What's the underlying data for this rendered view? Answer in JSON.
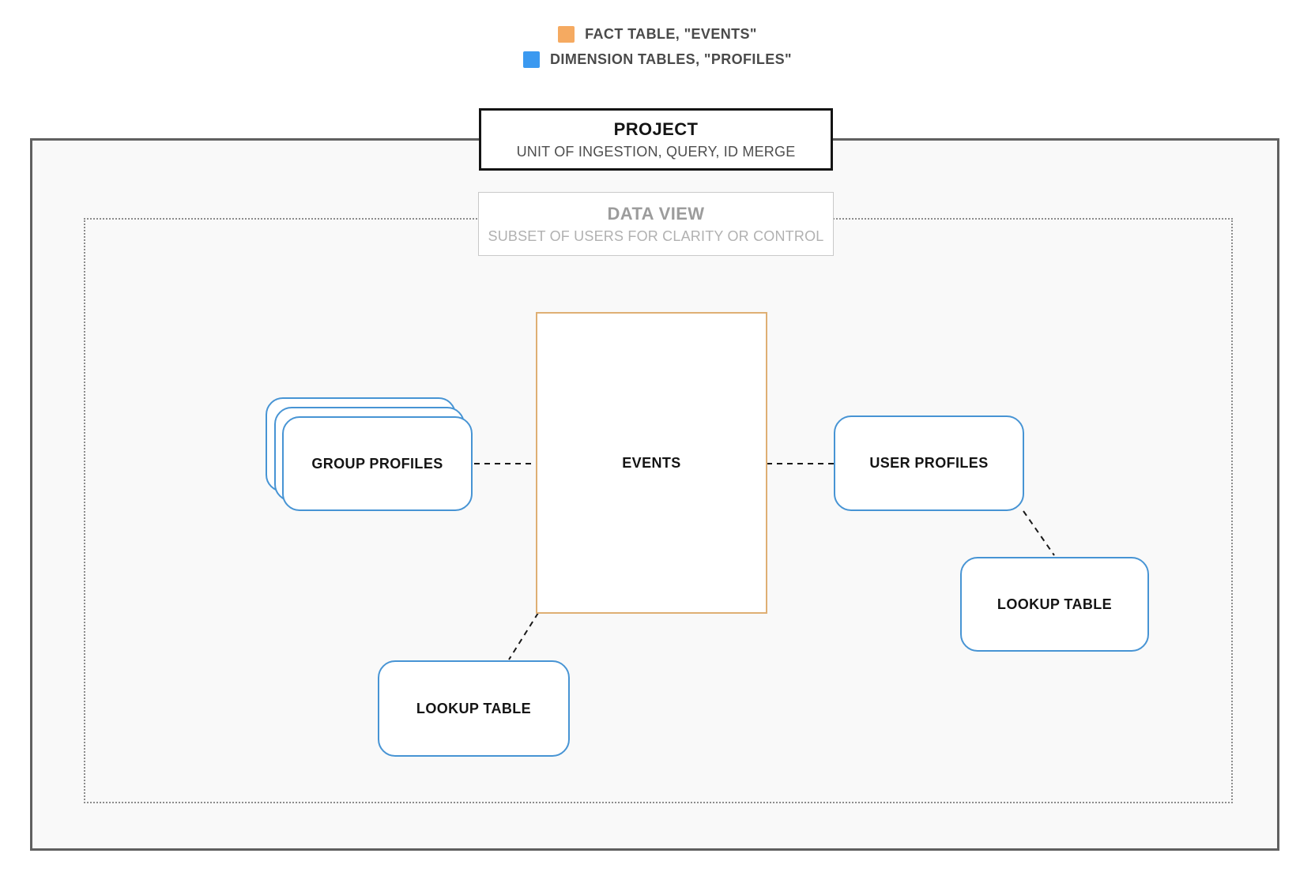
{
  "legend": {
    "items": [
      {
        "id": "fact",
        "label": "FACT TABLE, \"EVENTS\"",
        "color": "#F5AA61"
      },
      {
        "id": "dimension",
        "label": "DIMENSION TABLES, \"PROFILES\"",
        "color": "#3B99F0"
      }
    ]
  },
  "project_box": {
    "title": "PROJECT",
    "subtitle": "UNIT OF INGESTION, QUERY, ID MERGE"
  },
  "data_view_box": {
    "title": "DATA VIEW",
    "subtitle": "SUBSET OF USERS FOR CLARITY OR CONTROL"
  },
  "nodes": {
    "events": {
      "label": "EVENTS",
      "type": "fact"
    },
    "group_profiles": {
      "label": "GROUP PROFILES",
      "type": "dimension",
      "stacked": true
    },
    "user_profiles": {
      "label": "USER PROFILES",
      "type": "dimension"
    },
    "lookup_table_left": {
      "label": "LOOKUP TABLE",
      "type": "dimension"
    },
    "lookup_table_right": {
      "label": "LOOKUP TABLE",
      "type": "dimension"
    }
  },
  "connections": [
    {
      "from": "group_profiles",
      "to": "events",
      "style": "dashed"
    },
    {
      "from": "events",
      "to": "user_profiles",
      "style": "dashed"
    },
    {
      "from": "events",
      "to": "lookup_table_left",
      "style": "dashed"
    },
    {
      "from": "user_profiles",
      "to": "lookup_table_right",
      "style": "dashed"
    }
  ],
  "colors": {
    "fact_border": "#DFAF74",
    "fact_swatch": "#F5AA61",
    "dimension_border": "#4794D4",
    "dimension_swatch": "#3B99F0",
    "outer_border": "#606060",
    "dotted_border": "#8C8C8C",
    "connector": "#1A1A1A",
    "boundary_fill": "#F9F9F9",
    "legend_text": "#4A4A4A",
    "dataview_text": "#9C9C9C"
  }
}
